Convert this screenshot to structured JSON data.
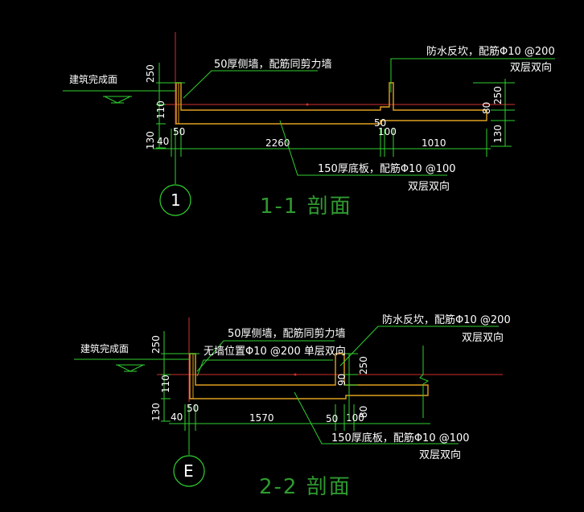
{
  "section1": {
    "title": "1-1  剖面",
    "axis_label": "1",
    "finished_floor": "建筑完成面",
    "side_wall_note": "50厚侧墙，配筋同剪力墙",
    "curb_note": "防水反坎，配筋Φ10 @200",
    "curb_note_2": "双层双向",
    "slab_note": "150厚底板，配筋Φ10 @100",
    "slab_note_2": "双层双向",
    "dims": {
      "d250": "250",
      "d110": "110",
      "d130": "130",
      "d40": "40",
      "d50a": "50",
      "d2260": "2260",
      "d50b": "50",
      "d100": "100",
      "d1010": "1010",
      "d80": "80",
      "d250r": "250",
      "d130r": "130"
    }
  },
  "section2": {
    "title": "2-2  剖面",
    "axis_label": "E",
    "finished_floor": "建筑完成面",
    "side_wall_note": "50厚侧墙，配筋同剪力墙",
    "no_wall_note": "无墙位置Φ10 @200 单层双向",
    "curb_note": "防水反坎，配筋Φ10 @200",
    "curb_note_2": "双层双向",
    "slab_note": "150厚底板，配筋Φ10 @100",
    "slab_note_2": "双层双向",
    "dims": {
      "d250": "250",
      "d110": "110",
      "d130": "130",
      "d40": "40",
      "d50a": "50",
      "d1570": "1570",
      "d50b": "50",
      "d100": "100",
      "d90": "90",
      "d250r": "250",
      "d80": "80"
    }
  },
  "colors": {
    "background": "#000000",
    "structure": "#e0a020",
    "dimension": "#2fd02f",
    "axis_line": "#d03030",
    "text": "#ffffff",
    "title": "#2f9a2f"
  }
}
